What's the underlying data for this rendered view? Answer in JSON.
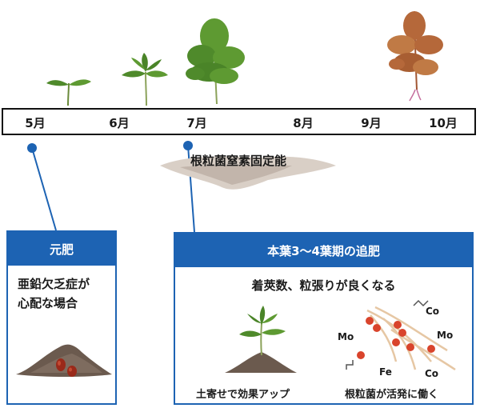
{
  "timeline": {
    "months": [
      {
        "id": "may",
        "label": "5月"
      },
      {
        "id": "jun",
        "label": "6月"
      },
      {
        "id": "jul",
        "label": "7月"
      },
      {
        "id": "aug",
        "label": "8月"
      },
      {
        "id": "sep",
        "label": "9月"
      },
      {
        "id": "oct",
        "label": "10月"
      }
    ]
  },
  "nitrogen_fixation": {
    "label": "根粒菌窒素固定能"
  },
  "basal_box": {
    "title": "元肥",
    "lines": [
      "亜鉛欠乏症が",
      "心配な場合"
    ]
  },
  "topdress_box": {
    "title": "本葉3〜4葉期の追肥",
    "subtitle": "着莢数、粒張りが良くなる",
    "left_caption": "土寄せで効果アップ",
    "right_caption": "根粒菌が活発に働く",
    "elements": [
      "Co",
      "Mo",
      "Mo",
      "Fe",
      "Co"
    ]
  },
  "colors": {
    "accent_blue": "#1d63b3",
    "soil": "#6b5a4e",
    "leaf_green": "#4f8a2b",
    "dry_plant": "#b5683a",
    "nodule_red": "#d9442c"
  }
}
